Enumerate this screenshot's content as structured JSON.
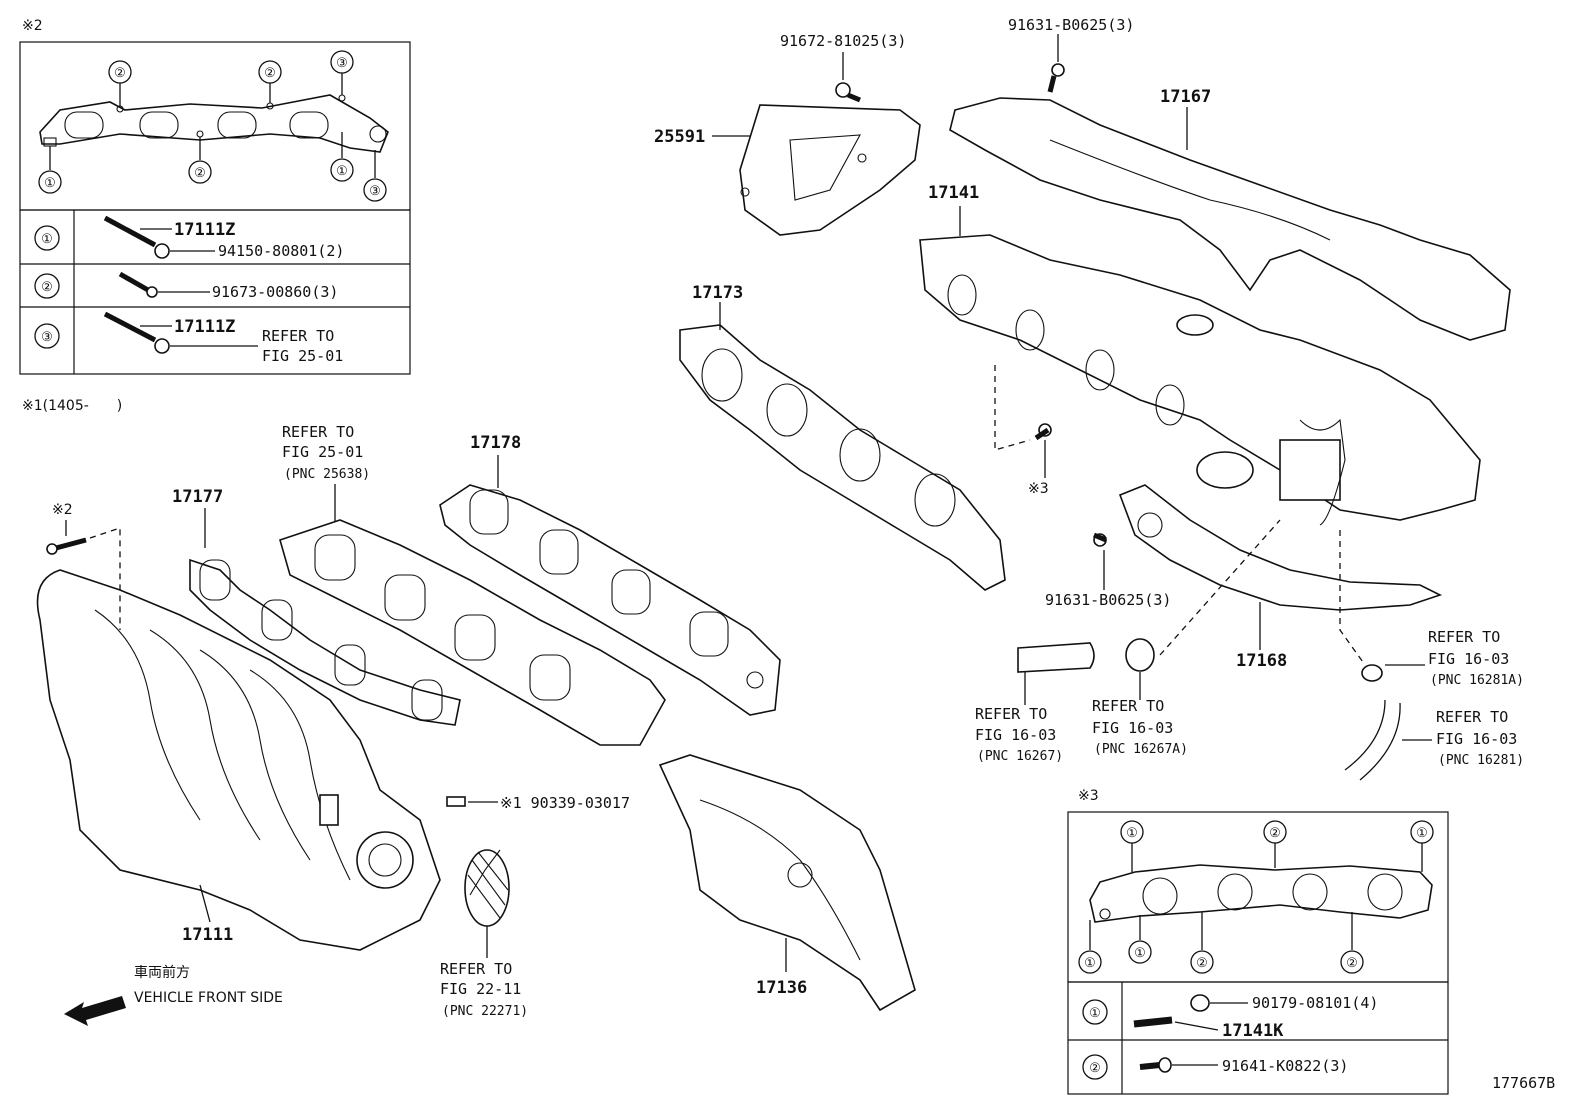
{
  "diagram": {
    "figure_id": "177667B",
    "wm_notes": {
      "n2": "※2",
      "n1": "※1(1405-　　)",
      "n3": "※3"
    },
    "inset_top": {
      "callouts": [
        "①",
        "②",
        "③"
      ],
      "rows": [
        {
          "num": "①",
          "p1": "17111Z",
          "p2": "94150-80801(2)"
        },
        {
          "num": "②",
          "p1": "91673-00860(3)"
        },
        {
          "num": "③",
          "p1": "17111Z",
          "ref1": "REFER TO",
          "ref2": "FIG 25-01"
        }
      ]
    },
    "inset_bottom": {
      "rows": [
        {
          "num": "①",
          "p1": "90179-08101(4)",
          "p2": "17141K"
        },
        {
          "num": "②",
          "p1": "91641-K0822(3)"
        }
      ]
    },
    "parts": {
      "p91672": "91672-81025(3)",
      "p91631a": "91631-B0625(3)",
      "p17167": "17167",
      "p25591": "25591",
      "p17141": "17141",
      "p17173": "17173",
      "p17178": "17178",
      "p17177": "17177",
      "p17111": "17111",
      "p17136": "17136",
      "p17168": "17168",
      "p91631b": "91631-B0625(3)",
      "p90339": "※1 90339-03017",
      "n2small": "※2",
      "n3small": "※3"
    },
    "refs": {
      "r1": [
        "REFER TO",
        "FIG 25-01",
        "(PNC 25638)"
      ],
      "r2": [
        "REFER TO",
        "FIG 22-11",
        "(PNC 22271)"
      ],
      "r3": [
        "REFER TO",
        "FIG 16-03",
        "(PNC 16267)"
      ],
      "r4": [
        "REFER TO",
        "FIG 16-03",
        "(PNC 16267A)"
      ],
      "r5": [
        "REFER TO",
        "FIG 16-03",
        "(PNC 16281A)"
      ],
      "r6": [
        "REFER TO",
        "FIG 16-03",
        "(PNC 16281)"
      ]
    },
    "direction": {
      "jp": "車両前方",
      "en": "VEHICLE FRONT SIDE"
    }
  }
}
